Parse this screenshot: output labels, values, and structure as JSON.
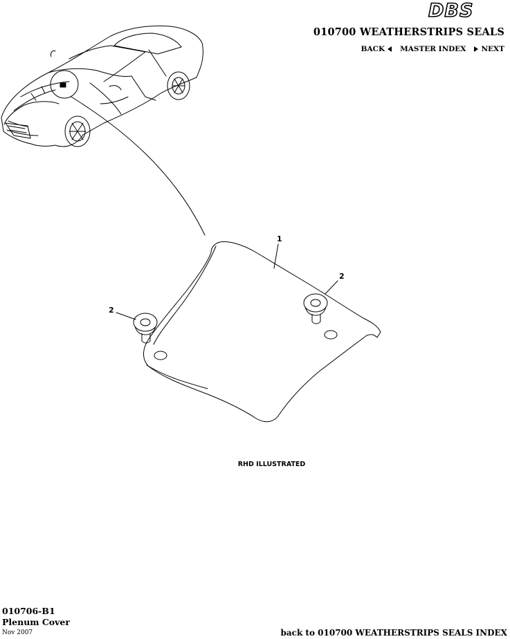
{
  "brand": {
    "logo_text": "DBS"
  },
  "header": {
    "section_title": "010700 WEATHERSTRIPS SEALS",
    "nav": {
      "back": "BACK",
      "master_index": "MASTER INDEX",
      "next": "NEXT"
    }
  },
  "diagram": {
    "callouts": [
      "1",
      "2",
      "2"
    ],
    "caption": "RHD ILLUSTRATED"
  },
  "footer": {
    "doc_code": "010706-B1",
    "doc_name": "Plenum Cover",
    "date": "Nov 2007",
    "back_index": "back to 010700 WEATHERSTRIPS SEALS INDEX"
  }
}
